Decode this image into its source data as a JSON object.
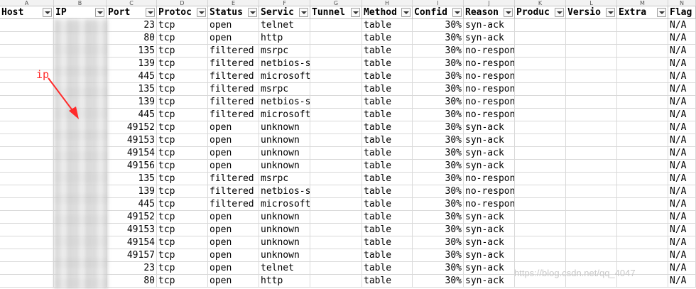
{
  "column_letters": [
    "A",
    "B",
    "C",
    "D",
    "E",
    "F",
    "G",
    "H",
    "I",
    "J",
    "K",
    "L",
    "M",
    "N"
  ],
  "headers": [
    "Host",
    "IP",
    "Port",
    "Protoc",
    "Status",
    "Servic",
    "Tunnel",
    "Method",
    "Confid",
    "Reason",
    "Produc",
    "Versio",
    "Extra",
    "Flag"
  ],
  "rows": [
    {
      "port": "23",
      "proto": "tcp",
      "status": "open",
      "service": "telnet",
      "method": "table",
      "conf": "30%",
      "reason": "syn-ack",
      "flag": "N/A"
    },
    {
      "port": "80",
      "proto": "tcp",
      "status": "open",
      "service": "http",
      "method": "table",
      "conf": "30%",
      "reason": "syn-ack",
      "flag": "N/A"
    },
    {
      "port": "135",
      "proto": "tcp",
      "status": "filtered",
      "service": "msrpc",
      "method": "table",
      "conf": "30%",
      "reason": "no-response",
      "flag": "N/A"
    },
    {
      "port": "139",
      "proto": "tcp",
      "status": "filtered",
      "service": "netbios-ssn",
      "method": "table",
      "conf": "30%",
      "reason": "no-response",
      "flag": "N/A"
    },
    {
      "port": "445",
      "proto": "tcp",
      "status": "filtered",
      "service": "microsoft-ds",
      "method": "table",
      "conf": "30%",
      "reason": "no-response",
      "flag": "N/A"
    },
    {
      "port": "135",
      "proto": "tcp",
      "status": "filtered",
      "service": "msrpc",
      "method": "table",
      "conf": "30%",
      "reason": "no-response",
      "flag": "N/A"
    },
    {
      "port": "139",
      "proto": "tcp",
      "status": "filtered",
      "service": "netbios-ssn",
      "method": "table",
      "conf": "30%",
      "reason": "no-response",
      "flag": "N/A"
    },
    {
      "port": "445",
      "proto": "tcp",
      "status": "filtered",
      "service": "microsoft-ds",
      "method": "table",
      "conf": "30%",
      "reason": "no-response",
      "flag": "N/A"
    },
    {
      "port": "49152",
      "proto": "tcp",
      "status": "open",
      "service": "unknown",
      "method": "table",
      "conf": "30%",
      "reason": "syn-ack",
      "flag": "N/A"
    },
    {
      "port": "49153",
      "proto": "tcp",
      "status": "open",
      "service": "unknown",
      "method": "table",
      "conf": "30%",
      "reason": "syn-ack",
      "flag": "N/A"
    },
    {
      "port": "49154",
      "proto": "tcp",
      "status": "open",
      "service": "unknown",
      "method": "table",
      "conf": "30%",
      "reason": "syn-ack",
      "flag": "N/A"
    },
    {
      "port": "49156",
      "proto": "tcp",
      "status": "open",
      "service": "unknown",
      "method": "table",
      "conf": "30%",
      "reason": "syn-ack",
      "flag": "N/A"
    },
    {
      "port": "135",
      "proto": "tcp",
      "status": "filtered",
      "service": "msrpc",
      "method": "table",
      "conf": "30%",
      "reason": "no-response",
      "flag": "N/A"
    },
    {
      "port": "139",
      "proto": "tcp",
      "status": "filtered",
      "service": "netbios-ssn",
      "method": "table",
      "conf": "30%",
      "reason": "no-response",
      "flag": "N/A"
    },
    {
      "port": "445",
      "proto": "tcp",
      "status": "filtered",
      "service": "microsoft-ds",
      "method": "table",
      "conf": "30%",
      "reason": "no-response",
      "flag": "N/A"
    },
    {
      "port": "49152",
      "proto": "tcp",
      "status": "open",
      "service": "unknown",
      "method": "table",
      "conf": "30%",
      "reason": "syn-ack",
      "flag": "N/A"
    },
    {
      "port": "49153",
      "proto": "tcp",
      "status": "open",
      "service": "unknown",
      "method": "table",
      "conf": "30%",
      "reason": "syn-ack",
      "flag": "N/A"
    },
    {
      "port": "49154",
      "proto": "tcp",
      "status": "open",
      "service": "unknown",
      "method": "table",
      "conf": "30%",
      "reason": "syn-ack",
      "flag": "N/A"
    },
    {
      "port": "49157",
      "proto": "tcp",
      "status": "open",
      "service": "unknown",
      "method": "table",
      "conf": "30%",
      "reason": "syn-ack",
      "flag": "N/A"
    },
    {
      "port": "23",
      "proto": "tcp",
      "status": "open",
      "service": "telnet",
      "method": "table",
      "conf": "30%",
      "reason": "syn-ack",
      "flag": "N/A"
    },
    {
      "port": "80",
      "proto": "tcp",
      "status": "open",
      "service": "http",
      "method": "table",
      "conf": "30%",
      "reason": "syn-ack",
      "flag": "N/A"
    }
  ],
  "annotation": {
    "label": "ip",
    "color": "#ff2a2a"
  },
  "watermark": "https://blog.csdn.net/qq_4047"
}
